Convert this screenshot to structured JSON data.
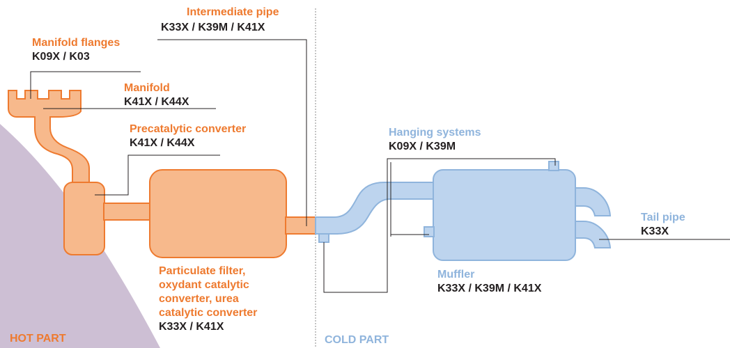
{
  "colors": {
    "hot_stroke": "#ee7a2f",
    "hot_fill": "#f7b98c",
    "cold_stroke": "#8fb4dc",
    "cold_fill": "#bdd4ee",
    "hot_zone_bg": "#cdbfd4",
    "leader_line": "#231f20"
  },
  "labels": {
    "intermediate_pipe": {
      "title": "Intermediate pipe",
      "codes": "K33X / K39M / K41X"
    },
    "manifold_flanges": {
      "title": "Manifold flanges",
      "codes": "K09X / K03"
    },
    "manifold": {
      "title": "Manifold",
      "codes": "K41X / K44X"
    },
    "precatalytic_converter": {
      "title": "Precatalytic converter",
      "codes": "K41X / K44X"
    },
    "hanging_systems": {
      "title": "Hanging systems",
      "codes": "K09X / K39M"
    },
    "tail_pipe": {
      "title": "Tail pipe",
      "codes": "K33X"
    },
    "muffler": {
      "title": "Muffler",
      "codes": "K33X / K39M / K41X"
    },
    "particulate_filter": {
      "line1": "Particulate filter,",
      "line2": "oxydant catalytic",
      "line3": "converter, urea",
      "line4": "catalytic converter",
      "codes": "K33X / K41X"
    }
  },
  "zones": {
    "hot": "HOT PART",
    "cold": "COLD PART"
  }
}
